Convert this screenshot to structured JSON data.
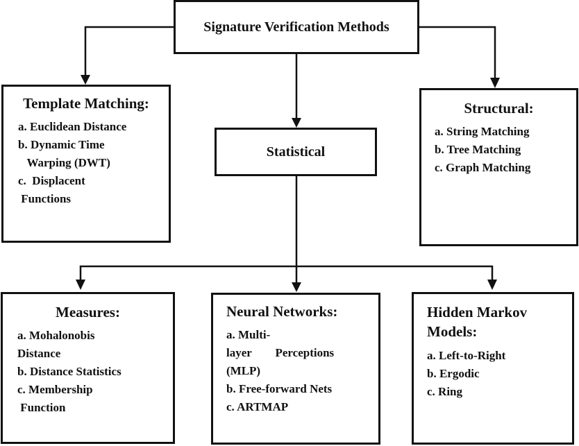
{
  "root": {
    "label": "Signature Verification Methods"
  },
  "template_matching": {
    "title": "Template Matching:",
    "items": [
      "a. Euclidean Distance",
      "b. Dynamic Time",
      "   Warping (DWT)",
      "c.  Displacent",
      " Functions"
    ]
  },
  "statistical": {
    "label": "Statistical"
  },
  "structural": {
    "title": "Structural:",
    "items": [
      "a. String Matching",
      "b. Tree Matching",
      "c. Graph Matching"
    ]
  },
  "measures": {
    "title": "Measures:",
    "items": [
      "a. Mohalonobis",
      "Distance",
      "b. Distance Statistics",
      "c. Membership",
      " Function"
    ]
  },
  "neural_networks": {
    "title": "Neural Networks:",
    "items": [
      "a. Multi-",
      "layer        Perceptions",
      "(MLP)",
      "b. Free-forward Nets",
      "c. ARTMAP"
    ]
  },
  "hmm": {
    "title_line1": "Hidden Markov",
    "title_line2": "Models:",
    "items": [
      "a. Left-to-Right",
      "b. Ergodic",
      "c. Ring"
    ]
  }
}
